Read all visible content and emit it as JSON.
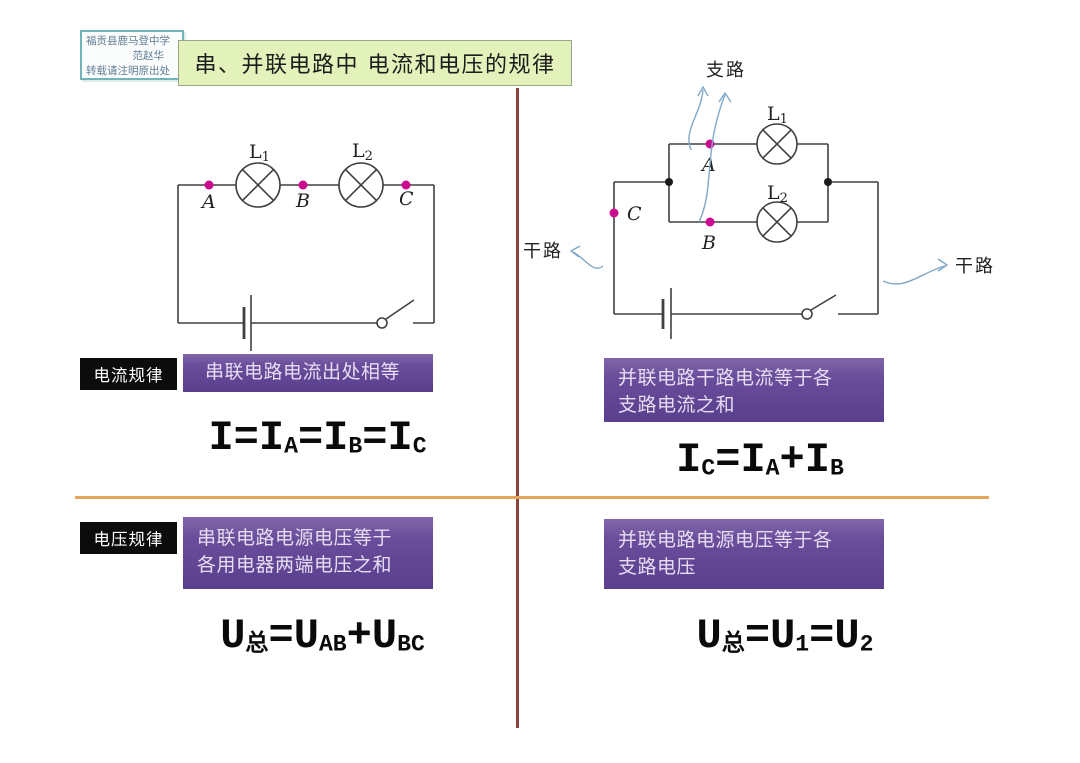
{
  "watermark": {
    "line1": "福贡县鹿马登中学",
    "line2": "范赵华",
    "line3": "转载请注明原出处"
  },
  "title": "串、并联电路中 电流和电压的规律",
  "series_circuit": {
    "lamp1_main": "L",
    "lamp1_sub": "1",
    "lamp2_main": "L",
    "lamp2_sub": "2",
    "point_a": "A",
    "point_b": "B",
    "point_c": "C"
  },
  "parallel_circuit": {
    "lamp1_main": "L",
    "lamp1_sub": "1",
    "lamp2_main": "L",
    "lamp2_sub": "2",
    "point_a": "A",
    "point_b": "B",
    "point_c": "C",
    "branch_label": "支路",
    "trunk_left_label": "干路",
    "trunk_right_label": "干路"
  },
  "current_section": {
    "tag": "电流规律",
    "series_rule": "串联电路电流出处相等",
    "parallel_rule_line1": "并联电路干路电流等于各",
    "parallel_rule_line2": "支路电流之和",
    "series_formula": [
      {
        "t": "I"
      },
      {
        "t": "="
      },
      {
        "t": "I",
        "sub": "A"
      },
      {
        "t": "="
      },
      {
        "t": "I",
        "sub": "B"
      },
      {
        "t": "="
      },
      {
        "t": "I",
        "sub": "C"
      }
    ],
    "parallel_formula": [
      {
        "t": "I",
        "sub": "C"
      },
      {
        "t": "="
      },
      {
        "t": "I",
        "sub": "A"
      },
      {
        "t": "+"
      },
      {
        "t": "I",
        "sub": "B"
      }
    ]
  },
  "voltage_section": {
    "tag": "电压规律",
    "series_rule_line1": "串联电路电源电压等于",
    "series_rule_line2": "各用电器两端电压之和",
    "parallel_rule_line1": "并联电路电源电压等于各",
    "parallel_rule_line2": "支路电压",
    "series_formula": [
      {
        "t": "U",
        "sub": "总"
      },
      {
        "t": "="
      },
      {
        "t": "U",
        "sub": "AB"
      },
      {
        "t": "+"
      },
      {
        "t": "U",
        "sub": "BC"
      }
    ],
    "parallel_formula": [
      {
        "t": "U",
        "sub": "总"
      },
      {
        "t": "="
      },
      {
        "t": "U",
        "sub": "1"
      },
      {
        "t": "="
      },
      {
        "t": "U",
        "sub": "2"
      }
    ]
  },
  "colors": {
    "purple_box": "#6a4d9b",
    "tag_box": "#0c0c0c",
    "vertical_divider": "#8a423d",
    "horizontal_divider": "#e5a45b",
    "node_dot": "#cc0a90",
    "arrow_blue": "#7fa8c9",
    "title_bg": "#e3f1ba"
  }
}
